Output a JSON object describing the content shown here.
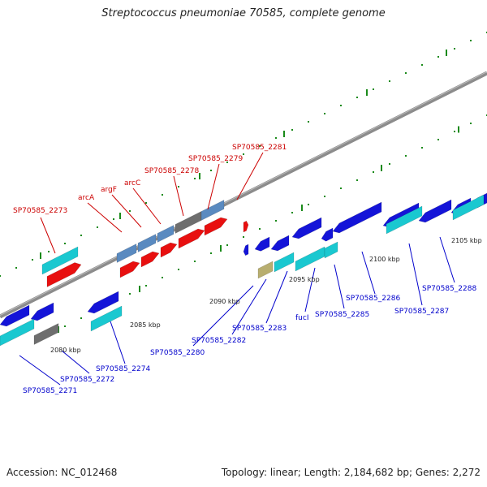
{
  "title": "Streptococcus pneumoniae 70585, complete genome",
  "footer": {
    "accession": "Accession: NC_012468",
    "summary": "Topology: linear; Length: 2,184,682 bp; Genes: 2,272"
  },
  "colors": {
    "backbone": "#8c8c8c",
    "tick": "#1a8a1a",
    "label_top": "#cc0000",
    "label_bottom": "#0000cc",
    "blue": "#1414d8",
    "cyan": "#1ac8d0",
    "red": "#e81010",
    "gray": "#6e6e6e",
    "steel": "#5a8ac0",
    "khaki": "#b8ae70"
  },
  "ticks": [
    {
      "label": "2080 kbp"
    },
    {
      "label": "2085 kbp"
    },
    {
      "label": "2090 kbp"
    },
    {
      "label": "2095 kbp"
    },
    {
      "label": "2100 kbp"
    },
    {
      "label": "2105 kbp"
    }
  ],
  "top_labels": [
    {
      "text": "SP70585_2273"
    },
    {
      "text": "arcA"
    },
    {
      "text": "argF"
    },
    {
      "text": "arcC"
    },
    {
      "text": "SP70585_2278"
    },
    {
      "text": "SP70585_2279"
    },
    {
      "text": "SP70585_2281"
    }
  ],
  "bottom_labels": [
    {
      "text": "SP70585_2271"
    },
    {
      "text": "SP70585_2272"
    },
    {
      "text": "SP70585_2274"
    },
    {
      "text": "SP70585_2280"
    },
    {
      "text": "SP70585_2282"
    },
    {
      "text": "SP70585_2283"
    },
    {
      "text": "fucI"
    },
    {
      "text": "SP70585_2285"
    },
    {
      "text": "SP70585_2286"
    },
    {
      "text": "SP70585_2287"
    },
    {
      "text": "SP70585_2288"
    }
  ]
}
